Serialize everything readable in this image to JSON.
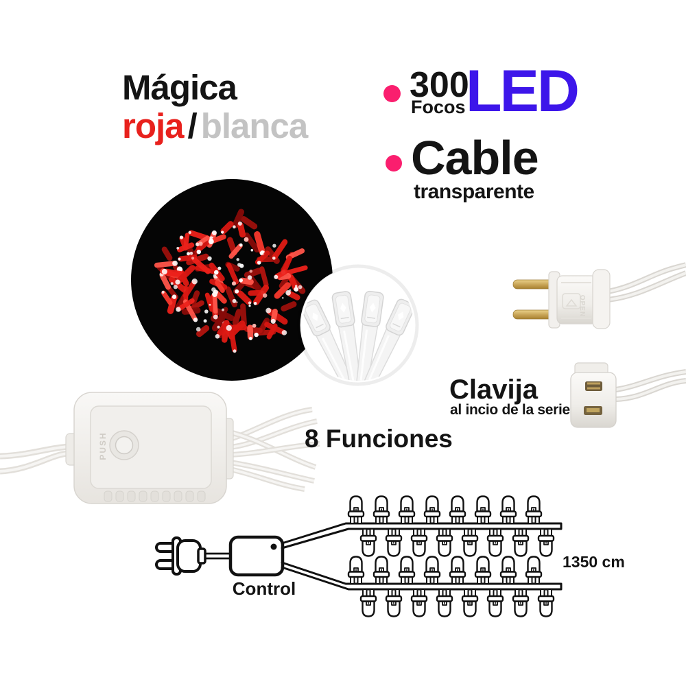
{
  "title": {
    "main": "Mágica",
    "red_word": "roja",
    "slash": "/",
    "gray_word": "blanca"
  },
  "features": {
    "led": {
      "count": "300",
      "unit": "Focos",
      "highlight": "LED"
    },
    "cable": {
      "title": "Cable",
      "subtitle": "transparente"
    }
  },
  "clavija": {
    "title": "Clavija",
    "subtitle": "al incio de la serie"
  },
  "functions": {
    "label": "8 Funciones"
  },
  "diagram": {
    "control_label": "Control",
    "length_label": "1350 cm",
    "branches": 2,
    "bulbs_per_branch": 16
  },
  "photos": {
    "controller_button_label": "PUSH",
    "plug_embossed_label": "OPEN"
  },
  "colors": {
    "accent_pink": "#FA1E6E",
    "led_blue": "#3D16EA",
    "title_red": "#E8211D",
    "title_gray": "#C3C3C3",
    "text_black": "#141414",
    "diagram_stroke": "#111111",
    "light_string_red": "#EC211A"
  }
}
